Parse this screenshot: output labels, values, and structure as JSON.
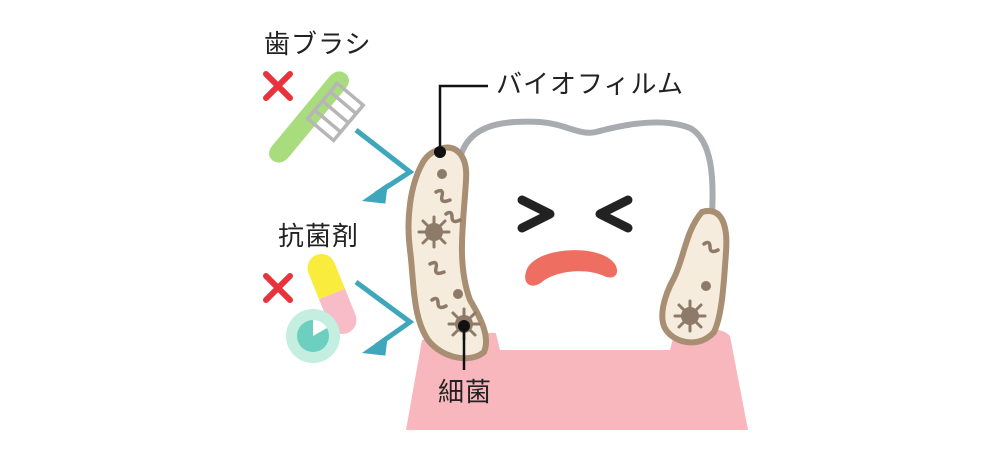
{
  "labels": {
    "toothbrush": "歯ブラシ",
    "antibacterial": "抗菌剤",
    "biofilm": "バイオフィルム",
    "bacteria": "細菌"
  },
  "colors": {
    "gum": "#f8b6bd",
    "biofilm_fill": "#f6ecdd",
    "biofilm_stroke": "#a88e72",
    "bacteria": "#8e7a68",
    "biofilm_outline_line": "#a8acb0",
    "tooth_face": "#222222",
    "mouth": "#ef6e62",
    "cross": "#e8333c",
    "arrow": "#3ea7bb",
    "brush_handle": "#a9dc7d",
    "brush_head": "#b6b6b6",
    "capsule_top": "#f9ec3d",
    "capsule_bottom": "#f8bcc8",
    "pill_ring": "#c3eee0",
    "pill_center": "#6ccfc0"
  },
  "icons": [
    "cross-icon",
    "toothbrush-icon",
    "capsule-icon",
    "tablet-icon",
    "arrow-icon",
    "bacteria-icon"
  ]
}
